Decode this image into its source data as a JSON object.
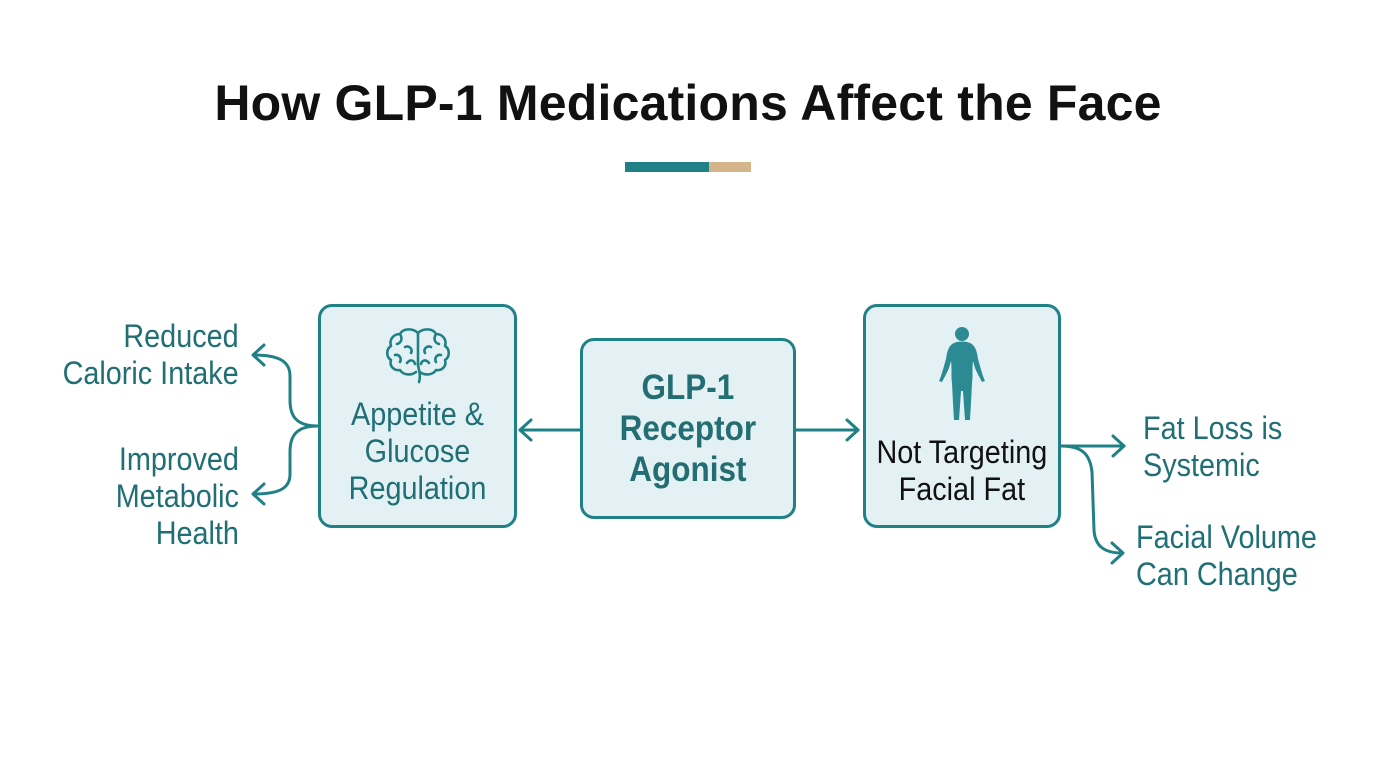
{
  "title": "How GLP-1 Medications Affect the Face",
  "colors": {
    "accent": "#1f8086",
    "accent_secondary": "#d4b48a",
    "box_fill": "#e4f1f4",
    "text_teal": "#1f6f75",
    "title_text": "#111111"
  },
  "diagram": {
    "center_node": {
      "lines": [
        "GLP-1",
        "Receptor",
        "Agonist"
      ]
    },
    "left_node": {
      "icon": "brain-icon",
      "lines": [
        "Appetite &",
        "Glucose",
        "Regulation"
      ]
    },
    "right_node": {
      "icon": "human-body-icon",
      "lines": [
        "Not Targeting",
        "Facial Fat"
      ]
    },
    "left_outcomes": [
      {
        "lines": [
          "Reduced",
          "Caloric Intake"
        ]
      },
      {
        "lines": [
          "Improved",
          "Metabolic",
          "Health"
        ]
      }
    ],
    "right_outcomes": [
      {
        "lines": [
          "Fat Loss is",
          "Systemic"
        ]
      },
      {
        "lines": [
          "Facial Volume",
          "Can Change"
        ]
      }
    ]
  }
}
